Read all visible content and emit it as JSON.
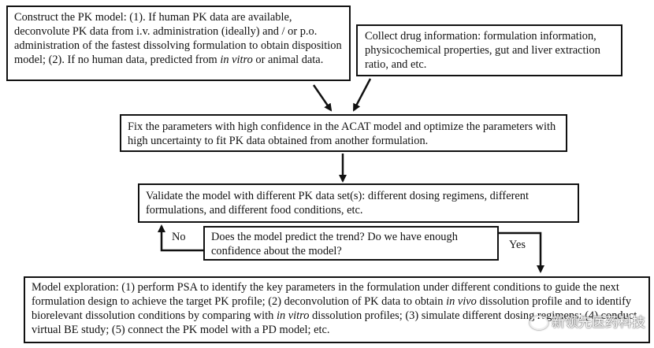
{
  "boxes": {
    "pk_model": {
      "part1": "Construct the PK model: (1). If human PK data are available, deconvolute PK data from i.v. administration (ideally) and / or p.o. administration of the fastest dissolving formulation to obtain disposition model; (2). If no human data, predicted from ",
      "italic": "in vitro",
      "part2": " or animal data."
    },
    "drug_info": "Collect drug information: formulation information, physicochemical properties, gut and liver extraction ratio, and etc.",
    "fix_params": "Fix the parameters with high confidence in the ACAT model and optimize the parameters with high uncertainty to fit PK data obtained from another formulation.",
    "validate": "Validate the model with different PK data set(s): different dosing regimens, different formulations, and different food conditions, etc.",
    "predict_trend": "Does the model predict the trend?  Do we have enough confidence about the model?",
    "exploration": {
      "part1": "Model exploration: (1) perform PSA to identify the key parameters in the formulation under different conditions to guide the next formulation design to achieve the target PK profile; (2) deconvolution of PK data to obtain ",
      "italic1": "in vivo",
      "part2": " dissolution profile and to identify biorelevant dissolution conditions by comparing with ",
      "italic2": "in vitro",
      "part3": " dissolution profiles; (3) simulate different dosing regimens; (4) conduct virtual BE study; (5) connect the PK model with a PD model; etc."
    }
  },
  "labels": {
    "no": "No",
    "yes": "Yes"
  },
  "watermark": "新领先医药科技"
}
